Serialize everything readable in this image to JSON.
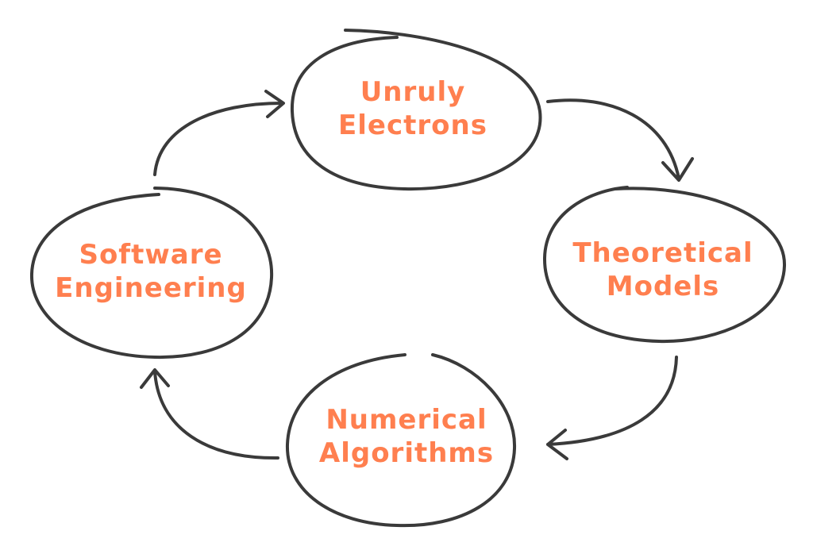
{
  "nodes": [
    {
      "id": "unruly-electrons",
      "lines": [
        "Unruly",
        "Electrons"
      ]
    },
    {
      "id": "theoretical-models",
      "lines": [
        "Theoretical",
        "Models"
      ]
    },
    {
      "id": "numerical-algorithms",
      "lines": [
        "Numerical",
        "Algorithms"
      ]
    },
    {
      "id": "software-engineering",
      "lines": [
        "Software",
        "Engineering"
      ]
    }
  ],
  "edges": [
    {
      "from": "unruly-electrons",
      "to": "theoretical-models"
    },
    {
      "from": "theoretical-models",
      "to": "numerical-algorithms"
    },
    {
      "from": "numerical-algorithms",
      "to": "software-engineering"
    },
    {
      "from": "software-engineering",
      "to": "unruly-electrons"
    }
  ],
  "colors": {
    "text": "#ff7f4f",
    "stroke": "#3a3a3a"
  }
}
